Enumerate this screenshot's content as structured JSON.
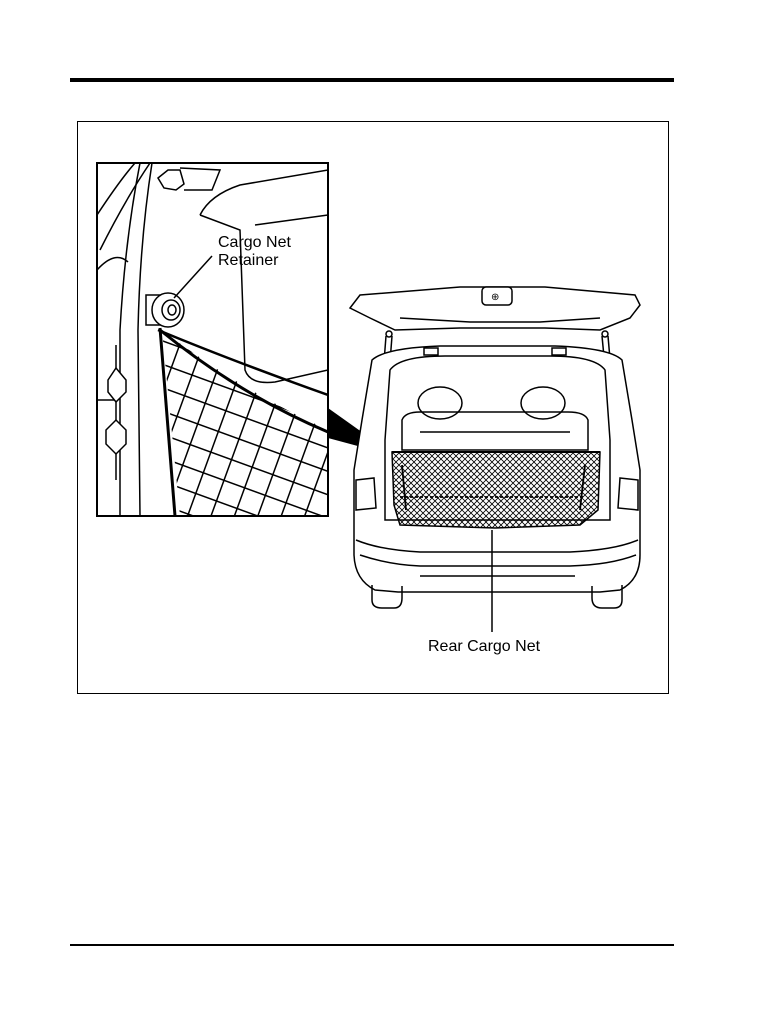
{
  "figure": {
    "labels": {
      "retainer_line1": "Cargo Net",
      "retainer_line2": "Retainer",
      "rear_net": "Rear Cargo Net"
    }
  }
}
